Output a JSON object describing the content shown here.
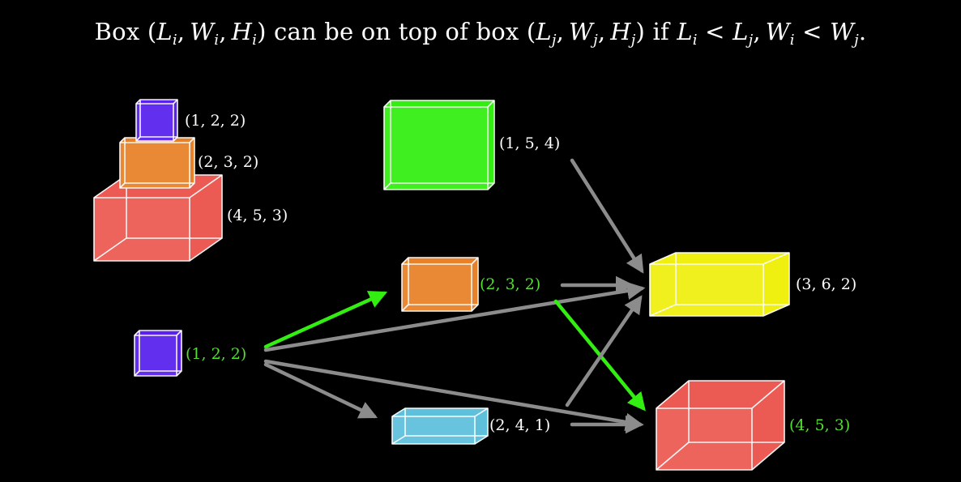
{
  "title": {
    "prefix": "Box",
    "box_i": [
      "L",
      "i",
      "W",
      "i",
      "H",
      "i"
    ],
    "middle": "can be on top of box",
    "box_j": [
      "L",
      "j",
      "W",
      "j",
      "H",
      "j"
    ],
    "suffix": "if",
    "cond_1": [
      "L",
      "i",
      "L",
      "j"
    ],
    "cond_2": [
      "W",
      "i",
      "W",
      "j"
    ]
  },
  "colors": {
    "background": "#000000",
    "purple": "#5a22ee",
    "orange": "#e8822a",
    "red": "#ec5b53",
    "green": "#33ee11",
    "yellow": "#f0f010",
    "cyan": "#5fc0dc",
    "edge": "#ffffff",
    "arrow_gray": "#8c8c8c",
    "arrow_green": "#33ee11",
    "label_white": "#ffffff",
    "label_green": "#55dd33"
  },
  "stack": {
    "boxes": [
      {
        "label": "(1, 2, 2)",
        "color": "purple"
      },
      {
        "label": "(2, 3, 2)",
        "color": "orange"
      },
      {
        "label": "(4, 5, 3)",
        "color": "red"
      }
    ]
  },
  "graph": {
    "nodes": [
      {
        "id": "n122",
        "label": "(1, 2, 2)",
        "color": "purple",
        "label_color": "label_green"
      },
      {
        "id": "n154",
        "label": "(1, 5, 4)",
        "color": "green",
        "label_color": "label_white"
      },
      {
        "id": "n232",
        "label": "(2, 3, 2)",
        "color": "orange",
        "label_color": "label_green"
      },
      {
        "id": "n241",
        "label": "(2, 4, 1)",
        "color": "cyan",
        "label_color": "label_white"
      },
      {
        "id": "n362",
        "label": "(3, 6, 2)",
        "color": "yellow",
        "label_color": "label_white"
      },
      {
        "id": "n453",
        "label": "(4, 5, 3)",
        "color": "red",
        "label_color": "label_green"
      }
    ],
    "edges": [
      {
        "from": "n122",
        "to": "n232",
        "highlight": true
      },
      {
        "from": "n122",
        "to": "n362",
        "highlight": false
      },
      {
        "from": "n122",
        "to": "n241",
        "highlight": false
      },
      {
        "from": "n122",
        "to": "n453",
        "highlight": false
      },
      {
        "from": "n154",
        "to": "n362",
        "highlight": false
      },
      {
        "from": "n232",
        "to": "n362",
        "highlight": false
      },
      {
        "from": "n232",
        "to": "n453",
        "highlight": true
      },
      {
        "from": "n241",
        "to": "n362",
        "highlight": false
      },
      {
        "from": "n241",
        "to": "n453",
        "highlight": false
      }
    ]
  }
}
